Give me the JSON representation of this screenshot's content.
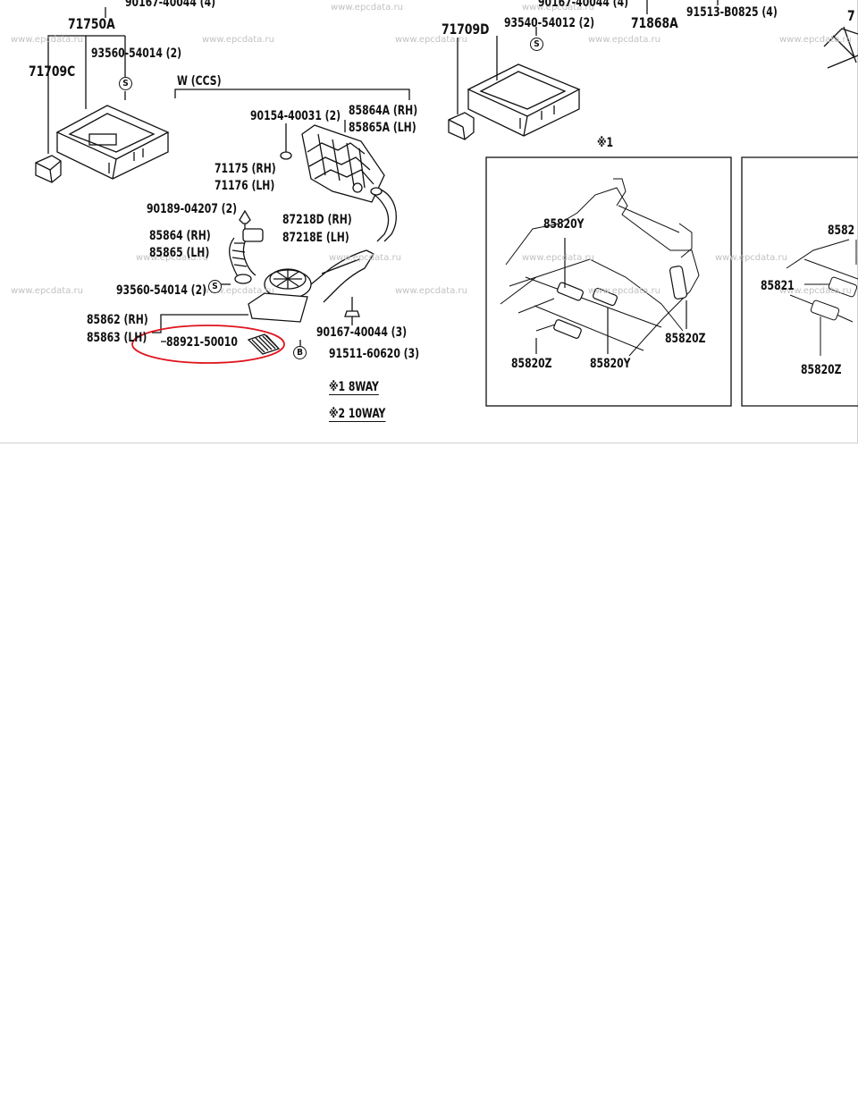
{
  "labels": {
    "p90167_top": "90167-40044 (4)",
    "p71750a": "71750A",
    "p93560_a": "93560-54014 (2)",
    "p71709c": "71709C",
    "wccs": "W (CCS)",
    "p90154": "90154-40031 (2)",
    "p85864a": "85864A (RH)",
    "p85865a": "85865A (LH)",
    "p71175": "71175 (RH)",
    "p71176": "71176 (LH)",
    "p90189": "90189-04207 (2)",
    "p87218d": "87218D (RH)",
    "p87218e": "87218E (LH)",
    "p85864": "85864 (RH)",
    "p85865": "85865 (LH)",
    "p93560_b": "93560-54014 (2)",
    "p85862": "85862 (RH)",
    "p85863": "85863 (LH)",
    "p88921": "88921-50010",
    "p90167_mid": "90167-40044 (3)",
    "p91511": "91511-60620 (3)",
    "note1": "※1 8WAY",
    "note2": "※2 10WAY",
    "p71709d": "71709D",
    "p90167_top2": "90167-40044 (4)",
    "p93540": "93540-54012 (2)",
    "p71868a": "71868A",
    "p91513": "91513-B0825 (4)",
    "mark1": "※1",
    "p85820y_a": "85820Y",
    "p85820z_a": "85820Z",
    "p85820z_b": "85820Z",
    "p85820y_b": "85820Y",
    "p8582_cut": "8582",
    "p85821": "85821",
    "p85820z_c": "85820Z",
    "cut_right": "7"
  },
  "markers": {
    "s": "S",
    "b": "B"
  },
  "watermark": "www.epcdata.ru",
  "colors": {
    "highlight": "#e0141e",
    "line": "#111111",
    "watermark": "#c2c2c2"
  }
}
